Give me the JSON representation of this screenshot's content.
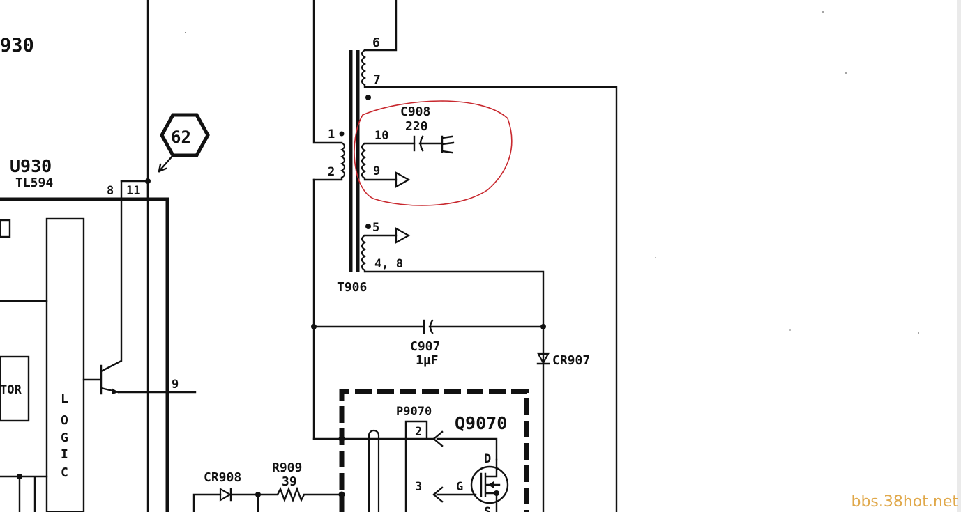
{
  "schematic": {
    "top_left_label": "930",
    "ic": {
      "designator": "U930",
      "part": "TL594",
      "pin_8": "8",
      "pin_11": "11",
      "pin_9": "9"
    },
    "test_point": "62",
    "block_tor": "TOR",
    "logic_letters": [
      "L",
      "O",
      "G",
      "I",
      "C"
    ],
    "transformer": {
      "name": "T906",
      "pin_6": "6",
      "pin_7": "7",
      "pin_1": "1",
      "pin_2": "2",
      "pin_10": "10",
      "pin_9": "9",
      "pin_5": "5",
      "pin_4_8": "4, 8"
    },
    "c908": {
      "name": "C908",
      "value": "220"
    },
    "c907": {
      "name": "C907",
      "value": "1µF"
    },
    "cr907": "CR907",
    "cr908": "CR908",
    "r909": {
      "name": "R909",
      "value": "39"
    },
    "connector": {
      "name": "P9070",
      "pin_2": "2",
      "pin_3": "3"
    },
    "fet": {
      "name": "Q9070",
      "pin_d": "D",
      "pin_g": "G",
      "pin_s": "S"
    }
  },
  "watermark": "bbs.38hot.net",
  "colors": {
    "ink": "#111111",
    "highlight_circle": "#c8282e",
    "watermark": "#e0a84a"
  }
}
